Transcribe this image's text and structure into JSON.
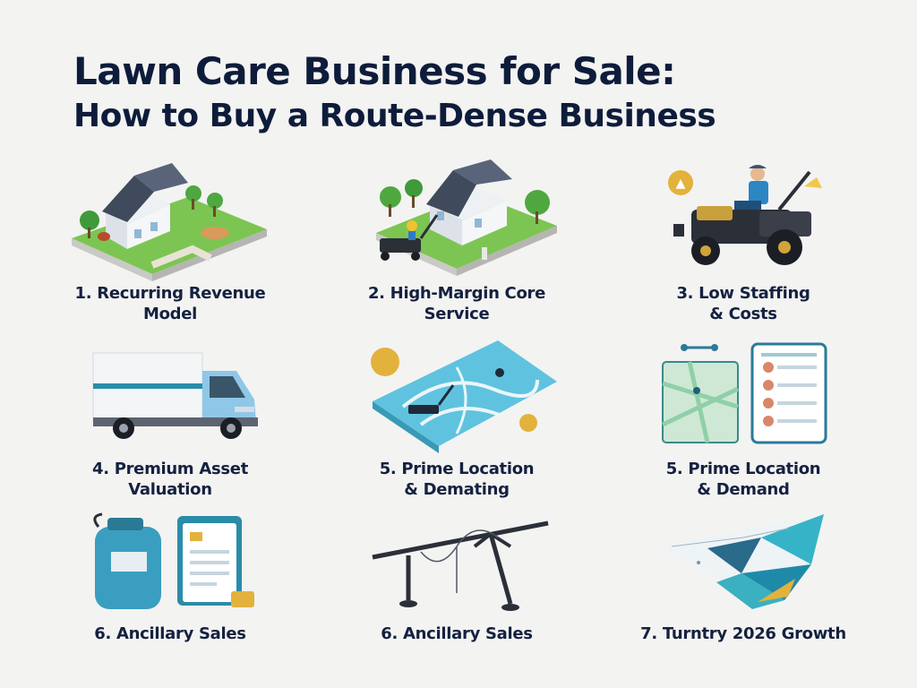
{
  "title": {
    "line1": "Lawn Care Business for Sale:",
    "line2": "How to Buy a Route-Dense Business"
  },
  "items": [
    {
      "line1": "1. Recurring Revenue",
      "line2": "Model",
      "icon": "house-lawn-icon"
    },
    {
      "line1": "2. High-Margin Core",
      "line2": "Service",
      "icon": "house-mower-icon"
    },
    {
      "line1": "3. Low Staffing",
      "line2": "& Costs",
      "icon": "riding-mower-icon"
    },
    {
      "line1": "4.  Premium Asset",
      "line2": "Valuation",
      "icon": "box-truck-icon"
    },
    {
      "line1": "5. Prime Location",
      "line2": "& Demating",
      "icon": "route-map-icon"
    },
    {
      "line1": "5. Prime Location",
      "line2": "& Demand",
      "icon": "map-customer-list-icon"
    },
    {
      "line1": "6.  Ancillary Sales",
      "line2": "",
      "icon": "fertilizer-tank-clipboard-icon"
    },
    {
      "line1": "6. Ancillary Sales",
      "line2": "",
      "icon": "sprinkler-frame-icon"
    },
    {
      "line1": "7. Turntry 2026 Growth",
      "line2": "",
      "icon": "growth-chart-icon"
    }
  ],
  "colors": {
    "navy": "#0e1c3b",
    "grass": "#6cc04a",
    "teal": "#2aa8b8",
    "gold": "#e3b23c",
    "background": "#f3f3f2"
  }
}
